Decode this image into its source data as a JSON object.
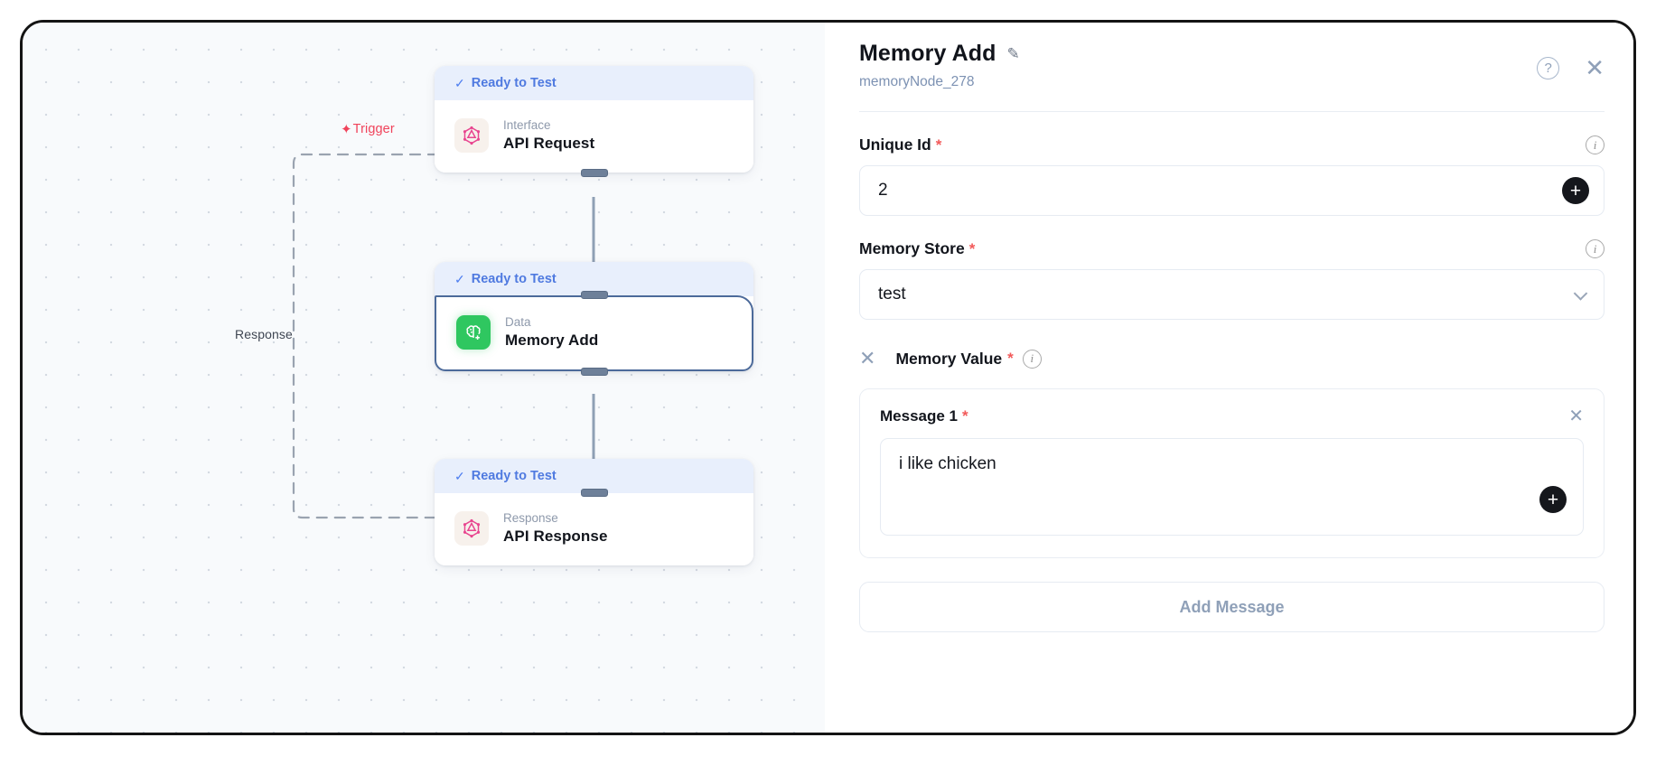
{
  "canvas": {
    "edges": [
      {
        "id": "trigger",
        "label": "Trigger",
        "icon": "lightning-bolt-icon",
        "color": "#f0435b"
      },
      {
        "id": "response",
        "label": "Response",
        "color": "#3f4652"
      }
    ],
    "nodes": [
      {
        "status": "Ready to Test",
        "category": "Interface",
        "title": "API Request",
        "icon": "graphql-node-icon",
        "icon_color": "#e8448f",
        "selected": false
      },
      {
        "status": "Ready to Test",
        "category": "Data",
        "title": "Memory Add",
        "icon": "brain-plus-icon",
        "icon_color": "#2fc760",
        "selected": true
      },
      {
        "status": "Ready to Test",
        "category": "Response",
        "title": "API Response",
        "icon": "graphql-node-icon",
        "icon_color": "#e8448f",
        "selected": false
      }
    ]
  },
  "panel": {
    "title": "Memory Add",
    "edit_icon": "pencil-icon",
    "subtitle": "memoryNode_278",
    "help_icon": "?",
    "close_icon": "✕",
    "fields": {
      "unique_id": {
        "label": "Unique Id",
        "required_mark": "*",
        "value": "2",
        "add_icon": "+",
        "info_icon": "i"
      },
      "memory_store": {
        "label": "Memory Store",
        "required_mark": "*",
        "value": "test",
        "info_icon": "i"
      },
      "memory_value": {
        "label": "Memory Value",
        "required_mark": "*",
        "remove_icon": "✕",
        "info_icon": "i"
      }
    },
    "messages": [
      {
        "label": "Message 1",
        "required_mark": "*",
        "remove_icon": "✕",
        "value": "i like chicken",
        "add_icon": "+"
      }
    ],
    "add_message_label": "Add Message"
  }
}
